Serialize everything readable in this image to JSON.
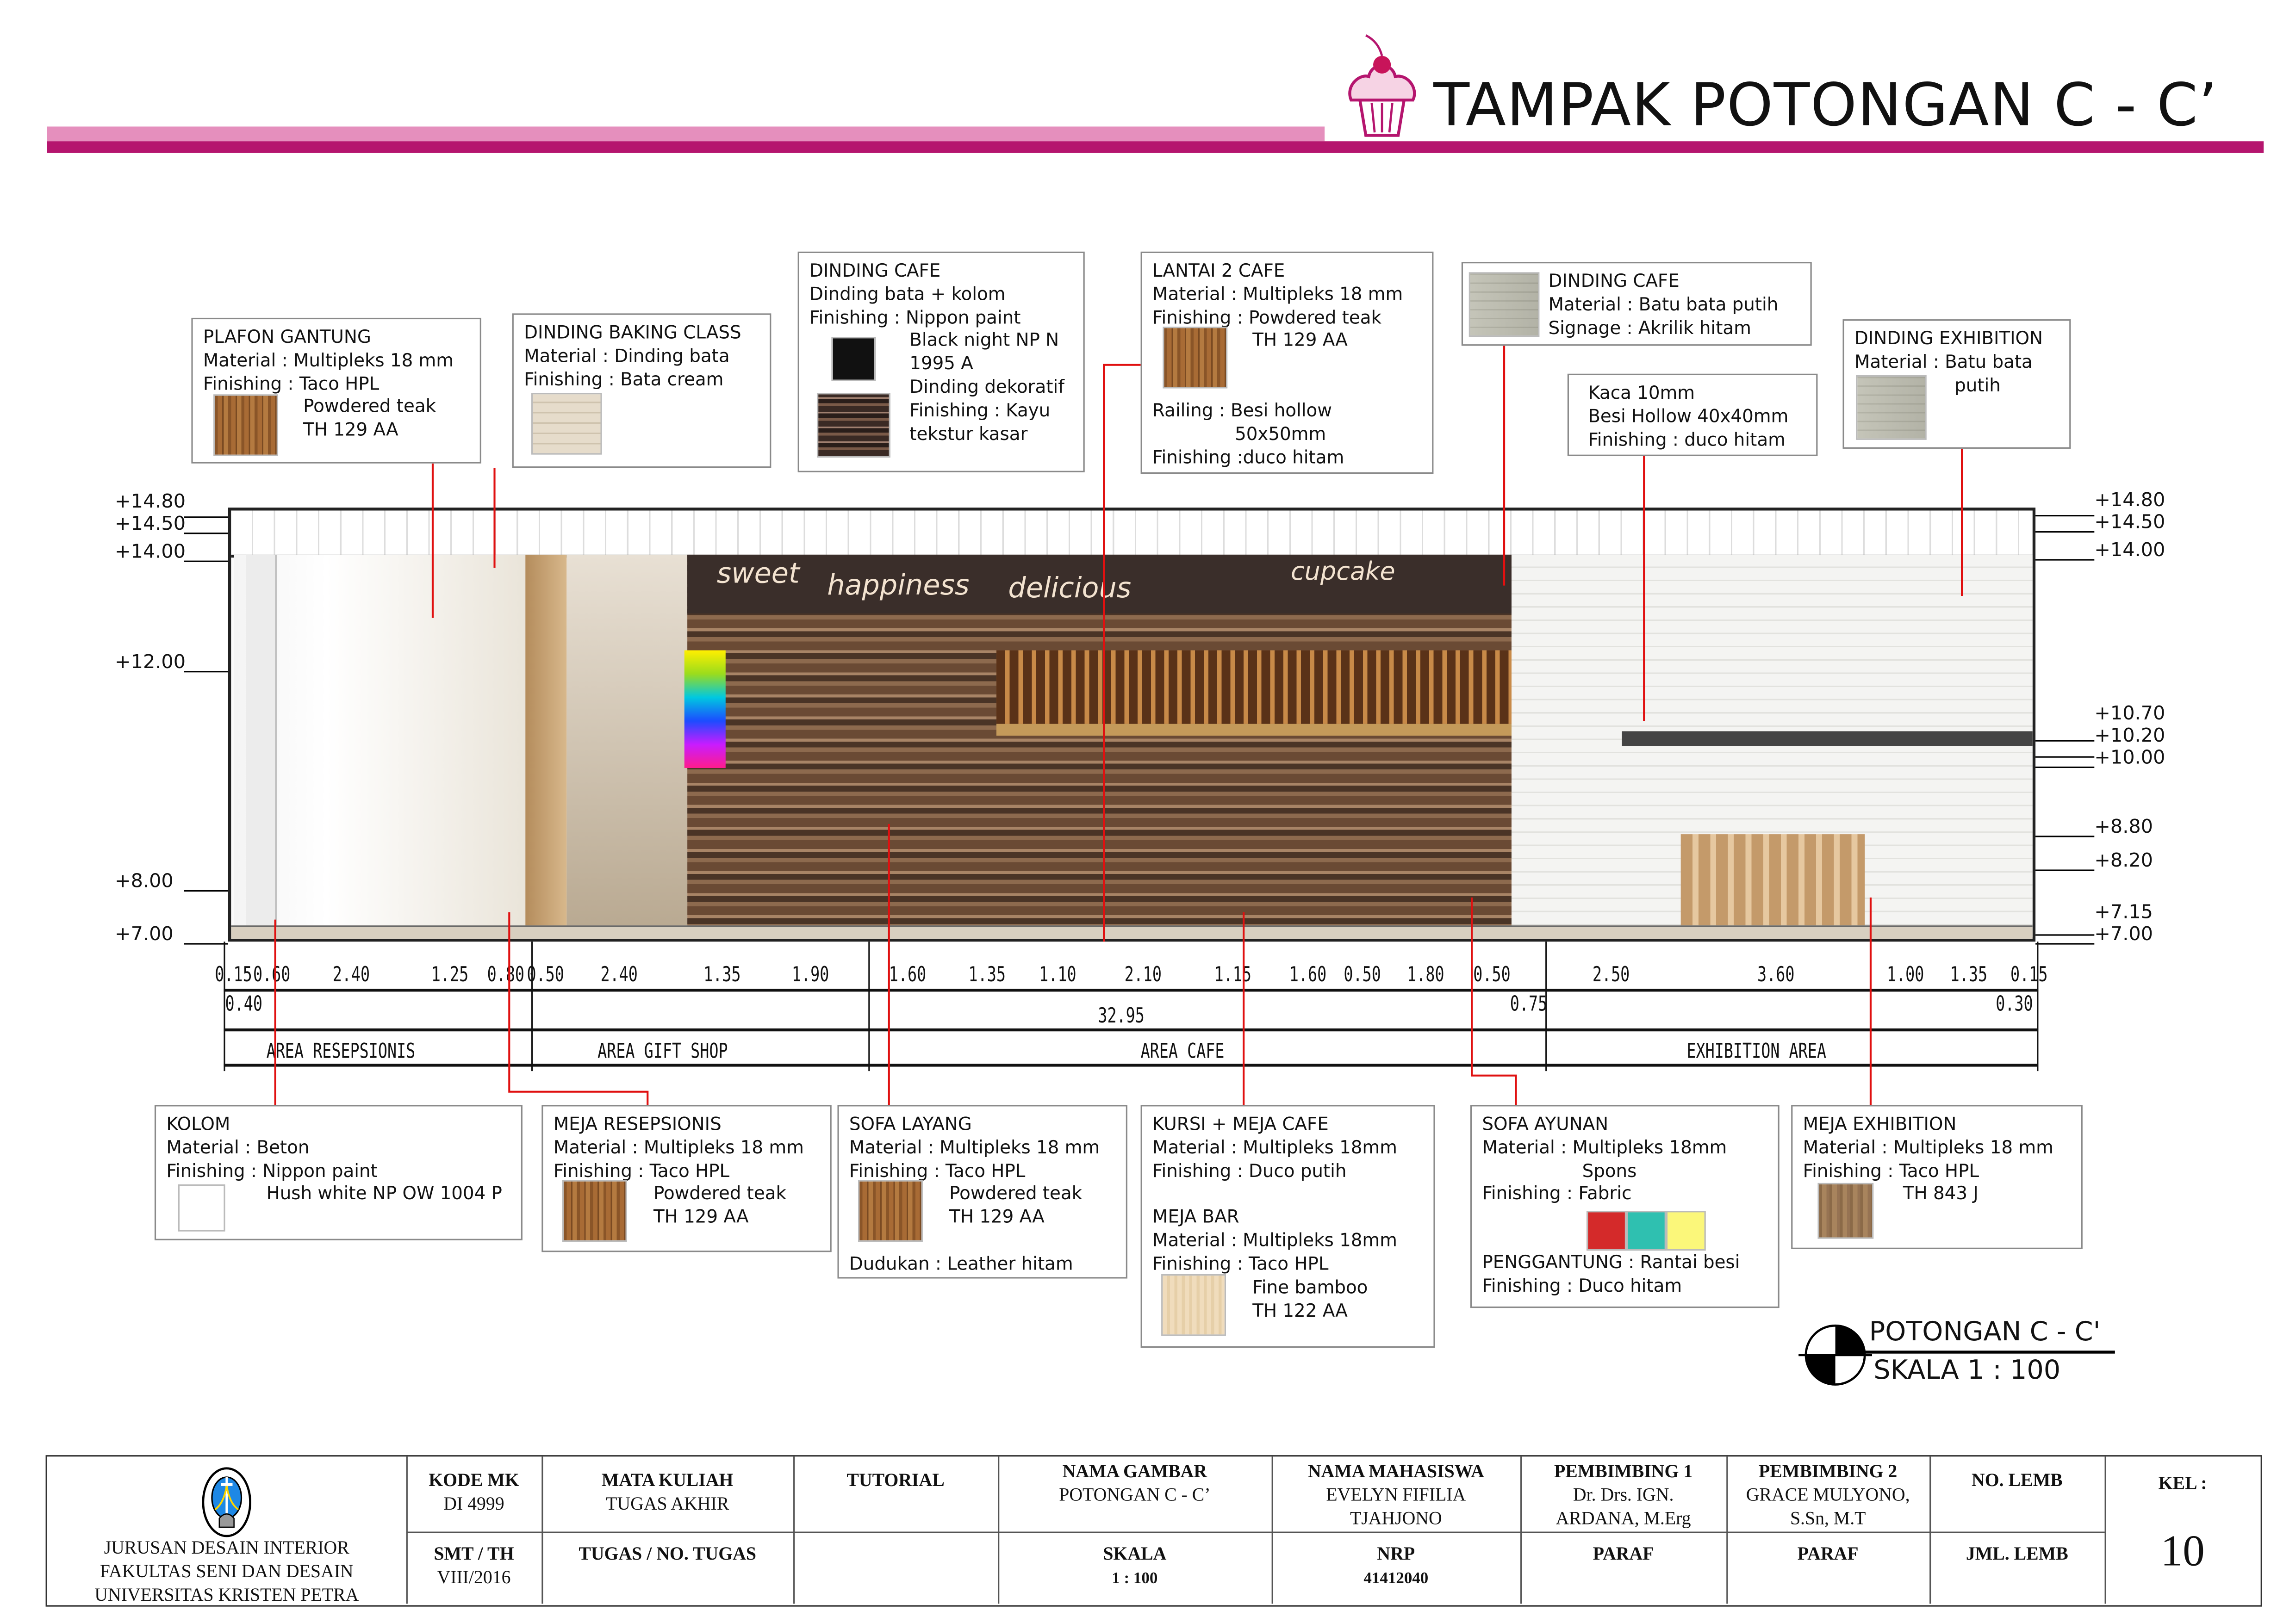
{
  "header": {
    "title": "TAMPAK POTONGAN C - C’",
    "accent_light": "#e58fbd",
    "accent_dark": "#b5156e"
  },
  "levels_left": [
    "+14.80",
    "+14.50",
    "+14.00",
    "+12.00",
    "+8.00",
    "+7.00"
  ],
  "levels_right": [
    "+14.80",
    "+14.50",
    "+14.00",
    "+10.70",
    "+10.20",
    "+10.00",
    "+8.80",
    "+8.20",
    "+7.15",
    "+7.00"
  ],
  "render_signs": [
    "sweet",
    "happiness",
    "delicious",
    "cupcake"
  ],
  "dimensions": {
    "segments": [
      "0.15",
      "0.60",
      "2.40",
      "1.25",
      "0.80",
      "0.50",
      "2.40",
      "1.35",
      "1.90",
      "1.60",
      "1.35",
      "1.10",
      "2.10",
      "1.15",
      "1.60",
      "0.50",
      "1.80",
      "0.50",
      "2.50",
      "3.60",
      "1.00",
      "1.35",
      "0.15"
    ],
    "sub_segments": [
      "0.40",
      "0.75",
      "0.30"
    ],
    "total": "32.95",
    "areas": [
      "AREA RESEPSIONIS",
      "AREA GIFT SHOP",
      "AREA CAFE",
      "EXHIBITION AREA"
    ]
  },
  "notes_top": [
    {
      "lines": [
        "PLAFON GANTUNG",
        "Material : Multipleks 18 mm",
        "Finishing : Taco HPL"
      ],
      "ind": [
        "Powdered teak",
        "TH 129 AA"
      ]
    },
    {
      "lines": [
        "DINDING BAKING CLASS",
        "Material : Dinding bata",
        "Finishing : Bata cream"
      ]
    },
    {
      "lines": [
        "DINDING CAFE",
        "Dinding bata + kolom",
        "Finishing : Nippon paint"
      ],
      "ind": [
        "Black night NP N",
        "1995 A"
      ],
      "extra": [
        "Dinding dekoratif",
        "Finishing : Kayu",
        "tekstur kasar"
      ]
    },
    {
      "lines": [
        "LANTAI 2 CAFE",
        "Material : Multipleks 18 mm",
        "Finishing : Powdered teak"
      ],
      "ind": [
        "TH 129 AA"
      ],
      "extra": [
        "Railing : Besi hollow",
        "50x50mm",
        "Finishing :duco hitam"
      ]
    },
    {
      "lines": [
        "DINDING CAFE",
        "Material : Batu bata putih",
        "Signage : Akrilik hitam"
      ]
    },
    {
      "lines": [
        "Kaca 10mm",
        "Besi Hollow 40x40mm",
        "Finishing : duco hitam"
      ]
    },
    {
      "lines": [
        "DINDING EXHIBITION",
        "Material : Batu bata"
      ],
      "ind": [
        "putih"
      ]
    }
  ],
  "notes_bottom": [
    {
      "lines": [
        "KOLOM",
        "Material : Beton",
        "Finishing : Nippon paint"
      ],
      "ind": [
        "Hush white NP OW 1004 P"
      ]
    },
    {
      "lines": [
        "MEJA RESEPSIONIS",
        "Material : Multipleks 18 mm",
        "Finishing : Taco HPL"
      ],
      "ind": [
        "Powdered teak",
        "TH 129 AA"
      ]
    },
    {
      "lines": [
        "SOFA LAYANG",
        "Material : Multipleks 18 mm",
        "Finishing : Taco HPL"
      ],
      "ind": [
        "Powdered teak",
        "TH 129 AA"
      ],
      "extra": [
        "Dudukan : Leather hitam"
      ]
    },
    {
      "lines": [
        "KURSI + MEJA CAFE",
        "Material : Multipleks 18mm",
        "Finishing : Duco putih"
      ],
      "extra": [
        "MEJA BAR",
        "Material : Multipleks 18mm",
        "Finishing : Taco HPL"
      ],
      "ind": [
        "Fine bamboo",
        "TH 122 AA"
      ]
    },
    {
      "lines": [
        "SOFA AYUNAN",
        "Material : Multipleks 18mm"
      ],
      "ind": [
        "Spons"
      ],
      "extra": [
        "Finishing : Fabric"
      ],
      "extra2": [
        "PENGGANTUNG : Rantai besi",
        "Finishing : Duco hitam"
      ],
      "colors": [
        "#d42a2a",
        "#2fc0b0",
        "#fbf77a"
      ]
    },
    {
      "lines": [
        "MEJA EXHIBITION",
        "Material : Multipleks 18 mm",
        "Finishing : Taco HPL"
      ],
      "ind": [
        "TH 843 J"
      ]
    }
  ],
  "scale_label": {
    "title": "POTONGAN C - C'",
    "scale": "SKALA 1 : 100"
  },
  "title_block": {
    "institution": [
      "JURUSAN DESAIN INTERIOR",
      "FAKULTAS SENI DAN DESAIN",
      "UNIVERSITAS KRISTEN PETRA"
    ],
    "logo_text": "UNIVERSITAS KRISTEN PETRA",
    "kode_mk_label": "KODE MK",
    "kode_mk": "DI 4999",
    "smt_label": "SMT / TH",
    "smt": "VIII/2016",
    "mata_kuliah_label": "MATA KULIAH",
    "mata_kuliah": "TUGAS AKHIR",
    "tugas_label": "TUGAS / NO. TUGAS",
    "tutorial_label": "TUTORIAL",
    "nama_gambar_label": "NAMA GAMBAR",
    "nama_gambar": "POTONGAN C - C’",
    "skala_label": "SKALA",
    "skala": "1 : 100",
    "mahasiswa_label": "NAMA MAHASISWA",
    "mahasiswa": [
      "EVELYN FIFILIA",
      "TJAHJONO"
    ],
    "nrp_label": "NRP",
    "nrp": "41412040",
    "pembimbing1_label": "PEMBIMBING 1",
    "pembimbing1": [
      "Dr. Drs. IGN.",
      "ARDANA, M.Erg"
    ],
    "pembimbing2_label": "PEMBIMBING 2",
    "pembimbing2": [
      "GRACE MULYONO,",
      "S.Sn, M.T"
    ],
    "paraf_label": "PARAF",
    "no_lemb_label": "NO. LEMB",
    "jml_lemb_label": "JML. LEMB",
    "kel_label": "KEL :",
    "kel": "10"
  }
}
